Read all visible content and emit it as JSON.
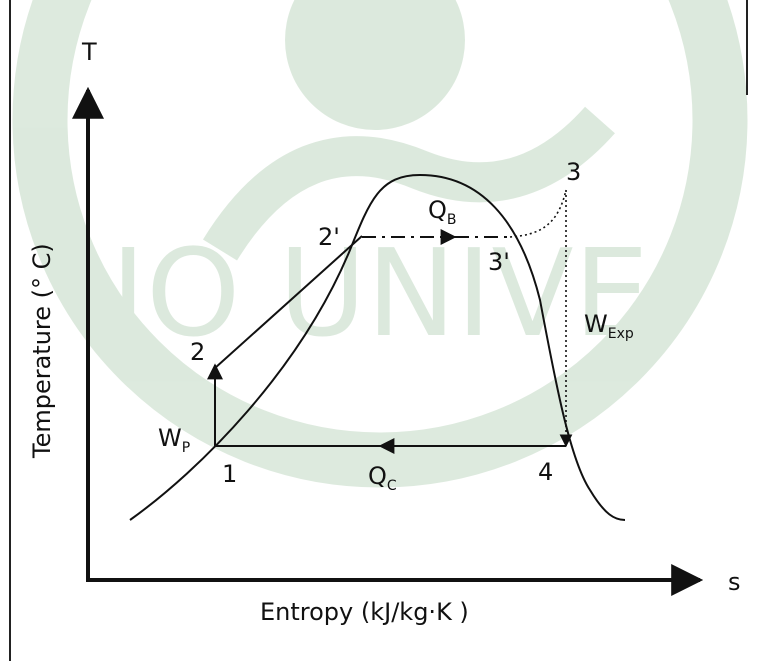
{
  "axes": {
    "y_symbol": "T",
    "x_symbol": "s",
    "y_title": "Temperature (° C)",
    "x_title": "Entropy (kJ/kg·K )"
  },
  "points": {
    "p1": "1",
    "p2": "2",
    "p2p": "2'",
    "p3": "3",
    "p3p": "3'",
    "p4": "4"
  },
  "energy": {
    "qb": {
      "main": "Q",
      "sub": "B"
    },
    "qc": {
      "main": "Q",
      "sub": "C"
    },
    "wp": {
      "main": "W",
      "sub": "P"
    },
    "wexp": {
      "main": "W",
      "sub": "Exp"
    }
  },
  "watermark": {
    "text": "MAEJO UNIVERSITY",
    "color": "#2e7d32"
  },
  "colors": {
    "ink": "#111111",
    "frame": "#222222"
  }
}
